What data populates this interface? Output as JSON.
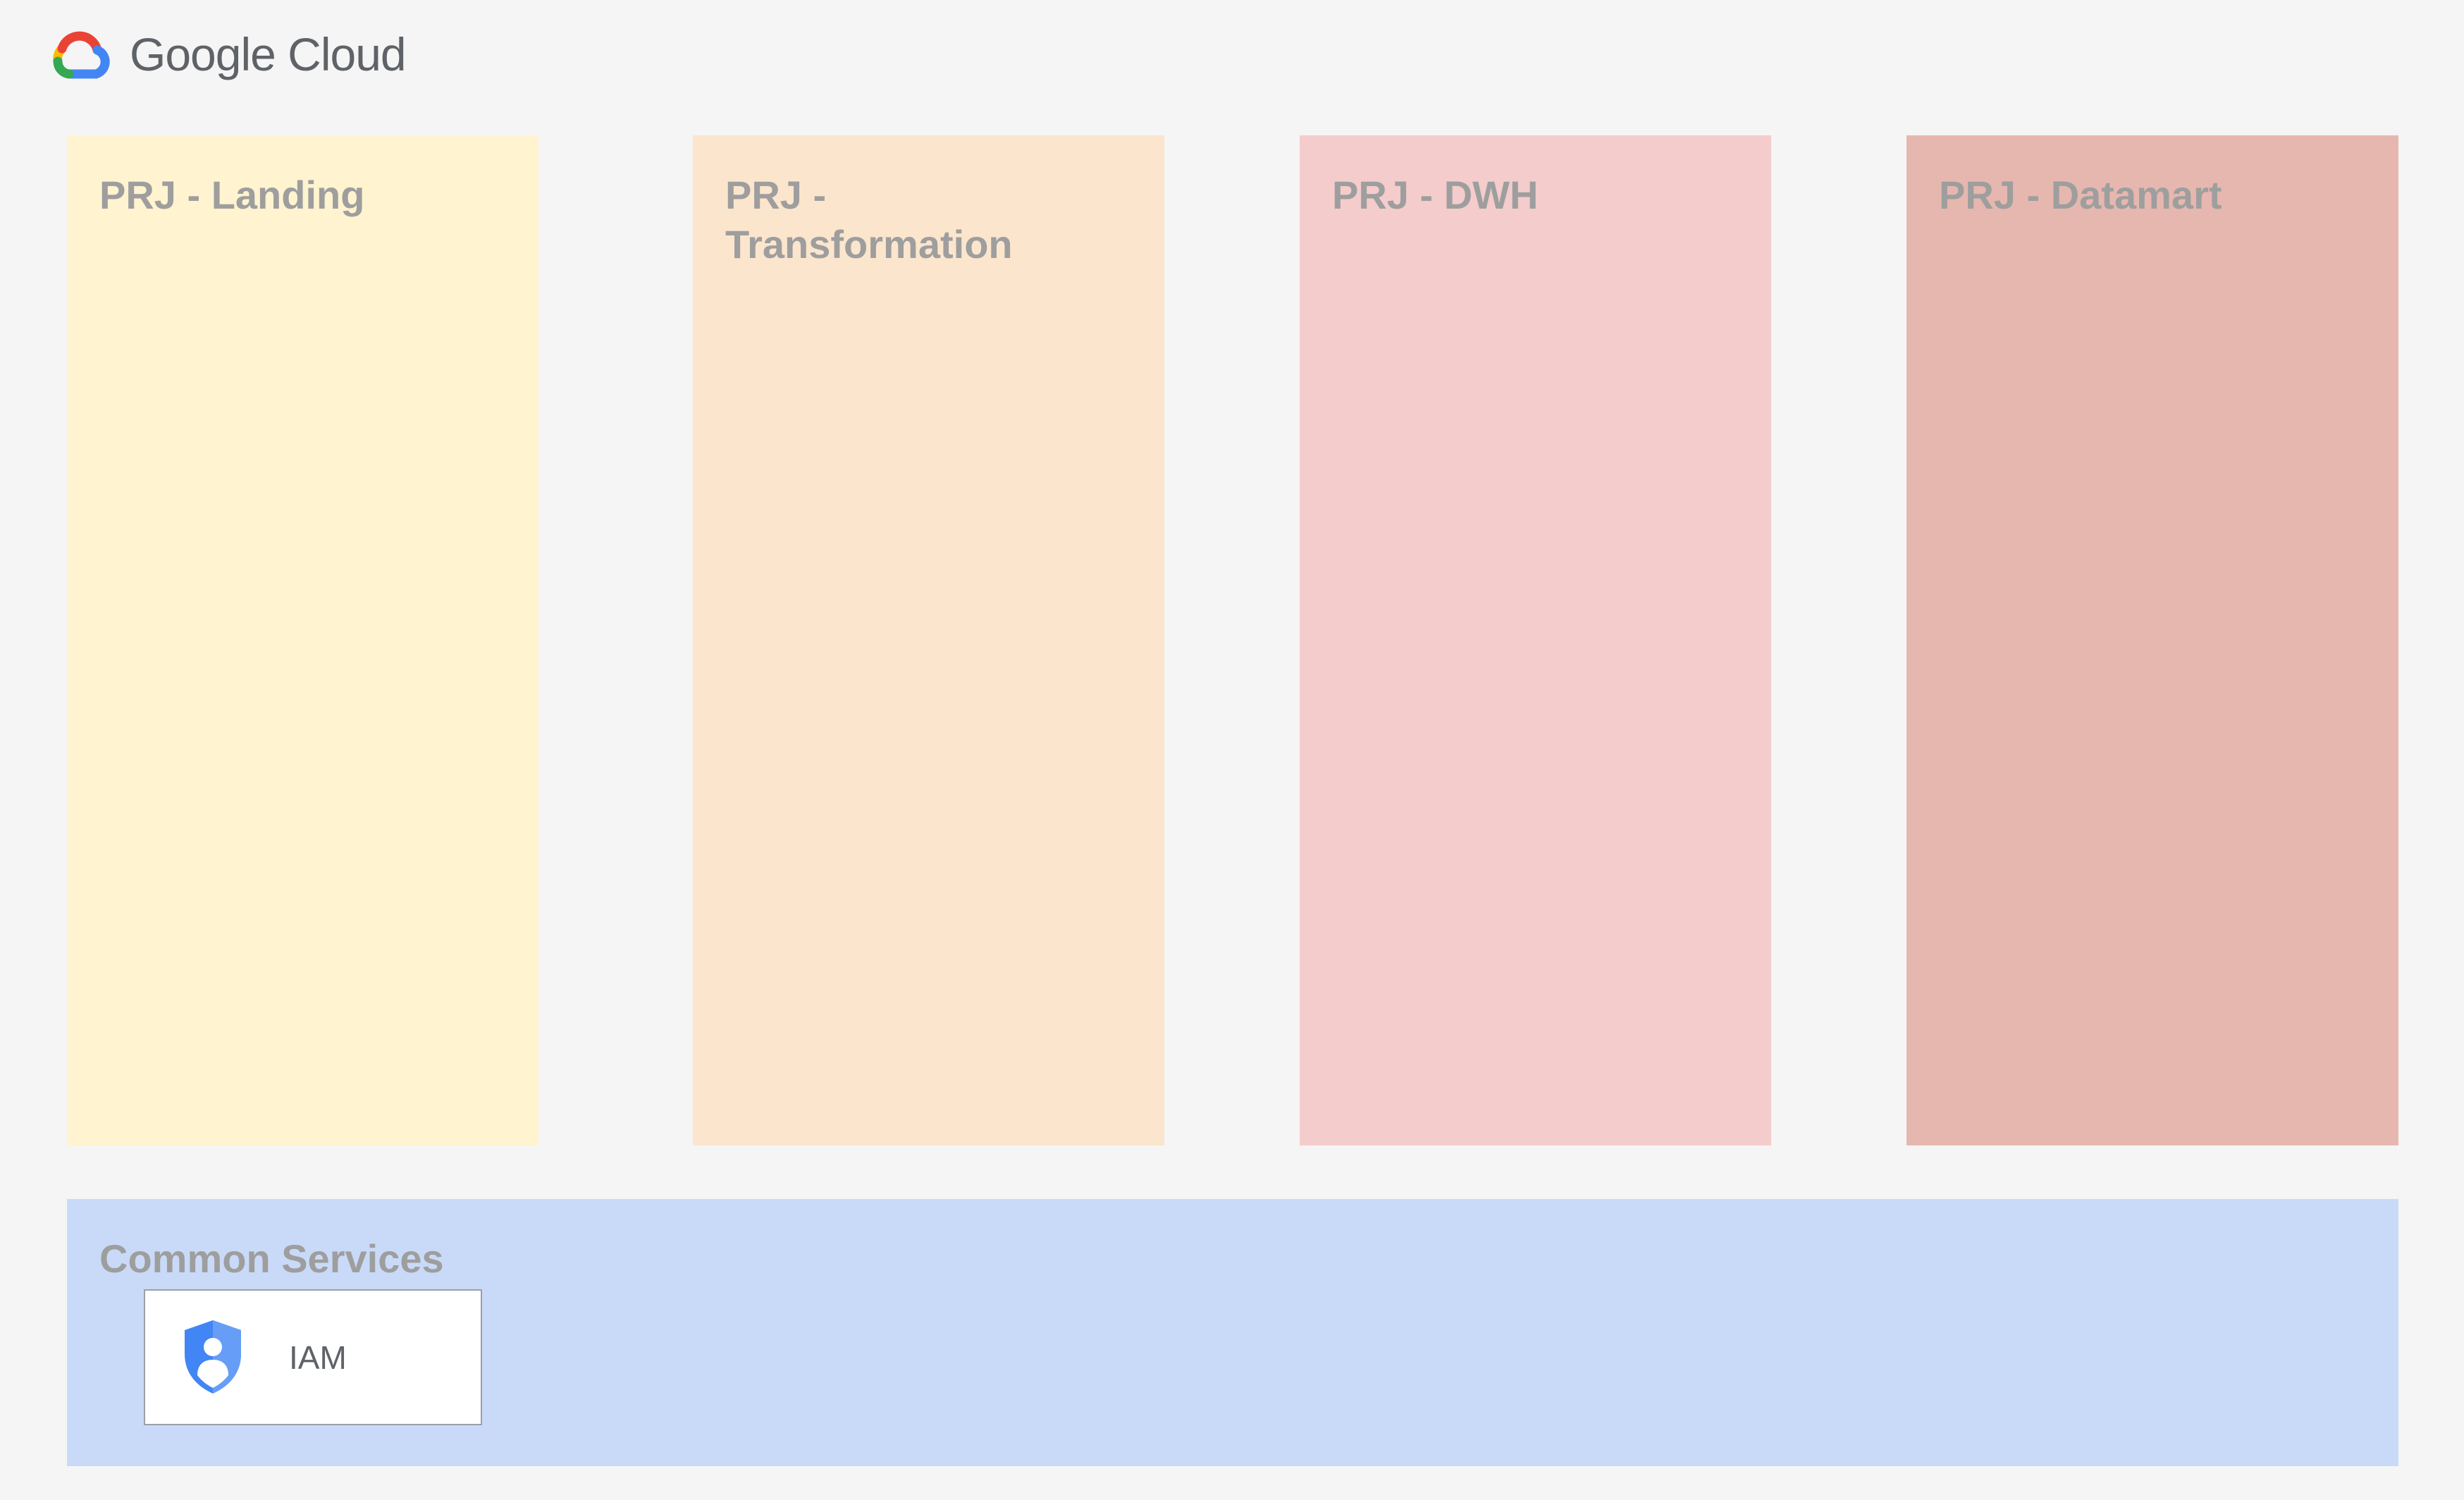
{
  "header": {
    "logo_text": "Google Cloud",
    "logo_icon": "google-cloud-logo-icon"
  },
  "projects": [
    {
      "title": "PRJ - Landing",
      "color": "#fff3d0"
    },
    {
      "title": "PRJ - Transformation",
      "color": "#fce5cd"
    },
    {
      "title": "PRJ - DWH",
      "color": "#f4cccc"
    },
    {
      "title": "PRJ - Datamart",
      "color": "#e6b7af"
    }
  ],
  "common_services": {
    "title": "Common Services",
    "color": "#c9daf8",
    "items": [
      {
        "label": "IAM",
        "icon": "iam-shield-icon"
      }
    ]
  }
}
